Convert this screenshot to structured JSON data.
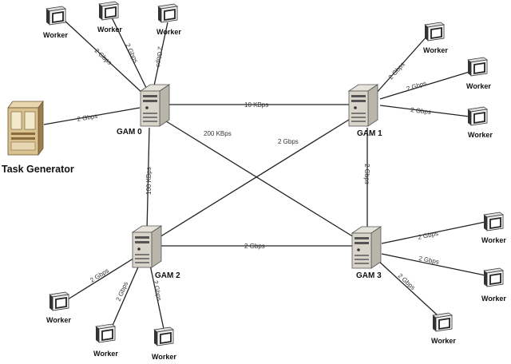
{
  "task_generator": {
    "label": "Task Generator",
    "link_label": "2 Gbps"
  },
  "gams": [
    {
      "id": "gam0",
      "label": "GAM 0"
    },
    {
      "id": "gam1",
      "label": "GAM 1"
    },
    {
      "id": "gam2",
      "label": "GAM 2"
    },
    {
      "id": "gam3",
      "label": "GAM 3"
    }
  ],
  "worker_label": "Worker",
  "worker_link_label": "2 Gbps",
  "links": {
    "gam0_gam1": "10 KBps",
    "gam0_gam3": "200 KBps",
    "gam1_gam2": "2 Gbps",
    "gam0_gam2": "100 KBps",
    "gam1_gam3": "2 Gbps",
    "gam2_gam3": "2 Gbps"
  }
}
